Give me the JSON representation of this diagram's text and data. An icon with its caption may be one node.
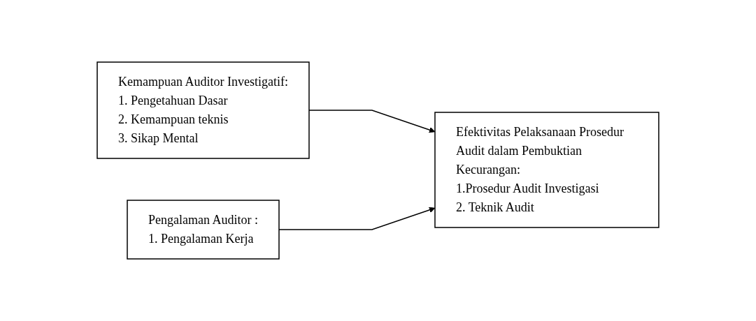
{
  "diagram": {
    "nodes": [
      {
        "text": [
          "Kemampuan Auditor Investigatif:",
          "1. Pengetahuan Dasar",
          "2. Kemampuan teknis",
          "3. Sikap Mental"
        ]
      },
      {
        "text": [
          "Pengalaman Auditor :",
          "1. Pengalaman Kerja"
        ]
      },
      {
        "text": [
          "Efektivitas Pelaksanaan Prosedur Audit dalam Pembuktian Kecurangan:",
          "1.Prosedur Audit Investigasi",
          "2. Teknik Audit"
        ]
      }
    ],
    "edges": [
      {
        "from": 0,
        "to": 2,
        "arrow": "to"
      },
      {
        "from": 1,
        "to": 2,
        "arrow": "to"
      }
    ]
  }
}
